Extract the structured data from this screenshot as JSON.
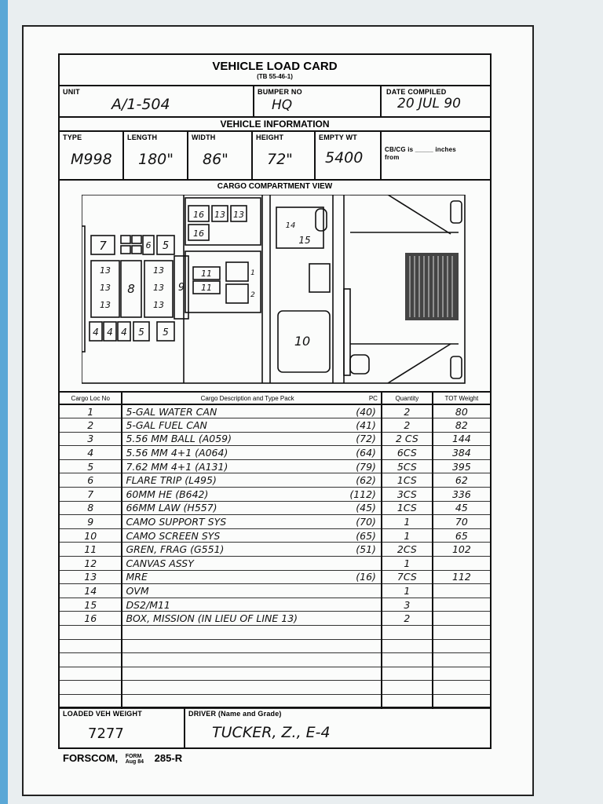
{
  "card": {
    "title": "VEHICLE LOAD CARD",
    "reference": "(TB 55-46-1)",
    "unit_label": "UNIT",
    "unit_value": "A/1-504",
    "bumper_label": "BUMPER NO",
    "bumper_value": "HQ",
    "date_label": "DATE COMPILED",
    "date_value": "20 JUL 90",
    "vehicle_info_heading": "VEHICLE INFORMATION",
    "type_label": "TYPE",
    "type_value": "M998",
    "length_label": "LENGTH",
    "length_value": "180\"",
    "width_label": "WIDTH",
    "width_value": "86\"",
    "height_label": "HEIGHT",
    "height_value": "72\"",
    "empty_wt_label": "EMPTY WT",
    "empty_wt_value": "5400",
    "cbcg_label_a": "CB/CG is _____ inches",
    "cbcg_label_b": "from",
    "cargo_view_heading": "CARGO COMPARTMENT VIEW"
  },
  "diagram_labels": {
    "b16a": "16",
    "b13a": "13",
    "b13b": "13",
    "b16b": "16",
    "b7": "7",
    "b6": "6",
    "b5a": "5",
    "b13c": "13",
    "b13d": "13",
    "b13e": "13",
    "b8": "8",
    "b13f": "13",
    "b13g": "13",
    "b13h": "13",
    "b9": "9",
    "b11a": "11",
    "b11b": "11",
    "b1": "1",
    "b2": "2",
    "b4a": "4",
    "b4b": "4",
    "b4c": "4",
    "b5b": "5",
    "b5c": "5",
    "b14": "14",
    "b15": "15",
    "b10": "10"
  },
  "table": {
    "headers": {
      "loc": "Cargo Loc No",
      "desc": "Cargo Description and Type Pack",
      "pc": "PC",
      "qty": "Quantity",
      "wt": "TOT Weight"
    },
    "rows": [
      {
        "loc": "1",
        "desc": "5-GAL WATER CAN",
        "pc": "(40)",
        "qty": "2",
        "wt": "80"
      },
      {
        "loc": "2",
        "desc": "5-GAL FUEL CAN",
        "pc": "(41)",
        "qty": "2",
        "wt": "82"
      },
      {
        "loc": "3",
        "desc": "5.56 MM BALL (A059)",
        "pc": "(72)",
        "qty": "2 CS",
        "wt": "144"
      },
      {
        "loc": "4",
        "desc": "5.56 MM 4+1 (A064)",
        "pc": "(64)",
        "qty": "6CS",
        "wt": "384"
      },
      {
        "loc": "5",
        "desc": "7.62 MM 4+1 (A131)",
        "pc": "(79)",
        "qty": "5CS",
        "wt": "395"
      },
      {
        "loc": "6",
        "desc": "FLARE TRIP (L495)",
        "pc": "(62)",
        "qty": "1CS",
        "wt": "62"
      },
      {
        "loc": "7",
        "desc": "60MM HE (B642)",
        "pc": "(112)",
        "qty": "3CS",
        "wt": "336"
      },
      {
        "loc": "8",
        "desc": "66MM LAW (H557)",
        "pc": "(45)",
        "qty": "1CS",
        "wt": "45"
      },
      {
        "loc": "9",
        "desc": "CAMO SUPPORT SYS",
        "pc": "(70)",
        "qty": "1",
        "wt": "70"
      },
      {
        "loc": "10",
        "desc": "CAMO SCREEN SYS",
        "pc": "(65)",
        "qty": "1",
        "wt": "65"
      },
      {
        "loc": "11",
        "desc": "GREN, FRAG (G551)",
        "pc": "(51)",
        "qty": "2CS",
        "wt": "102"
      },
      {
        "loc": "12",
        "desc": "CANVAS ASSY",
        "pc": "",
        "qty": "1",
        "wt": ""
      },
      {
        "loc": "13",
        "desc": "MRE",
        "pc": "(16)",
        "qty": "7CS",
        "wt": "112"
      },
      {
        "loc": "14",
        "desc": "OVM",
        "pc": "",
        "qty": "1",
        "wt": ""
      },
      {
        "loc": "15",
        "desc": "DS2/M11",
        "pc": "",
        "qty": "3",
        "wt": ""
      },
      {
        "loc": "16",
        "desc": "BOX, MISSION (IN LIEU OF LINE 13)",
        "pc": "",
        "qty": "2",
        "wt": ""
      },
      {
        "loc": "",
        "desc": "",
        "pc": "",
        "qty": "",
        "wt": ""
      },
      {
        "loc": "",
        "desc": "",
        "pc": "",
        "qty": "",
        "wt": ""
      },
      {
        "loc": "",
        "desc": "",
        "pc": "",
        "qty": "",
        "wt": ""
      },
      {
        "loc": "",
        "desc": "",
        "pc": "",
        "qty": "",
        "wt": ""
      },
      {
        "loc": "",
        "desc": "",
        "pc": "",
        "qty": "",
        "wt": ""
      },
      {
        "loc": "",
        "desc": "",
        "pc": "",
        "qty": "",
        "wt": ""
      }
    ]
  },
  "bottom": {
    "loaded_label": "LOADED VEH WEIGHT",
    "loaded_value": "7277",
    "driver_label": "DRIVER (Name and Grade)",
    "driver_value": "TUCKER, Z., E-4"
  },
  "footer": {
    "org": "FORSCOM",
    "form_word": "FORM",
    "form_date": "Aug 84",
    "form_no": "285-R"
  }
}
